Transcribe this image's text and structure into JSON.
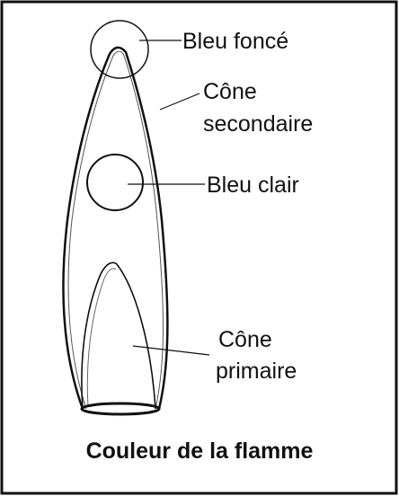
{
  "diagram": {
    "labels": {
      "bleu_fonce": "Bleu foncé",
      "cone_secondaire_line1": "Cône",
      "cone_secondaire_line2": "secondaire",
      "bleu_clair": "Bleu clair",
      "cone_primaire_line1": "Cône",
      "cone_primaire_line2": "primaire"
    },
    "caption": "Couleur de la flamme"
  }
}
